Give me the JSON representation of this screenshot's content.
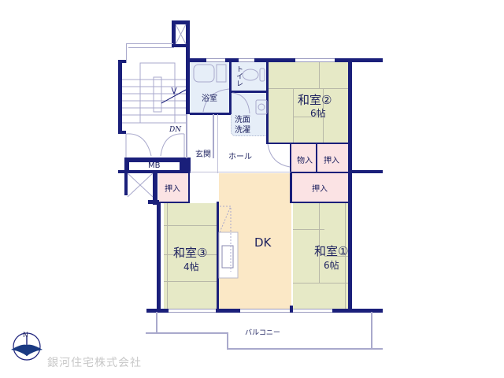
{
  "floorplan": {
    "rooms": {
      "washitsu2": {
        "name": "和室②",
        "size": "6帖"
      },
      "washitsu1": {
        "name": "和室①",
        "size": "6帖"
      },
      "washitsu3": {
        "name": "和室③",
        "size": "4帖"
      },
      "dk": {
        "name": "DK"
      },
      "bath": {
        "name": "浴室"
      },
      "toilet": {
        "name": "トイレ"
      },
      "washroom": {
        "name": "洗面\n洗濯",
        "line1": "洗面",
        "line2": "洗濯"
      },
      "entrance": {
        "name": "玄関"
      },
      "hall": {
        "name": "ホール"
      },
      "storage": {
        "name": "物入"
      },
      "closet_top": {
        "name": "押入"
      },
      "closet_mid": {
        "name": "押入"
      },
      "closet_left": {
        "name": "押入"
      },
      "balcony": {
        "name": "バルコニー"
      },
      "mb": {
        "name": "MB"
      }
    },
    "stairs_label": "DN",
    "colors": {
      "wall": "#1a1f7a",
      "tatami": "#e6e9c6",
      "closet": "#fbe3e4",
      "dk": "#fbe8c6",
      "wet_area": "#e6eef8",
      "text": "#1f2360"
    }
  },
  "footer": {
    "company": "銀河住宅株式会社",
    "compass_label": "N"
  }
}
